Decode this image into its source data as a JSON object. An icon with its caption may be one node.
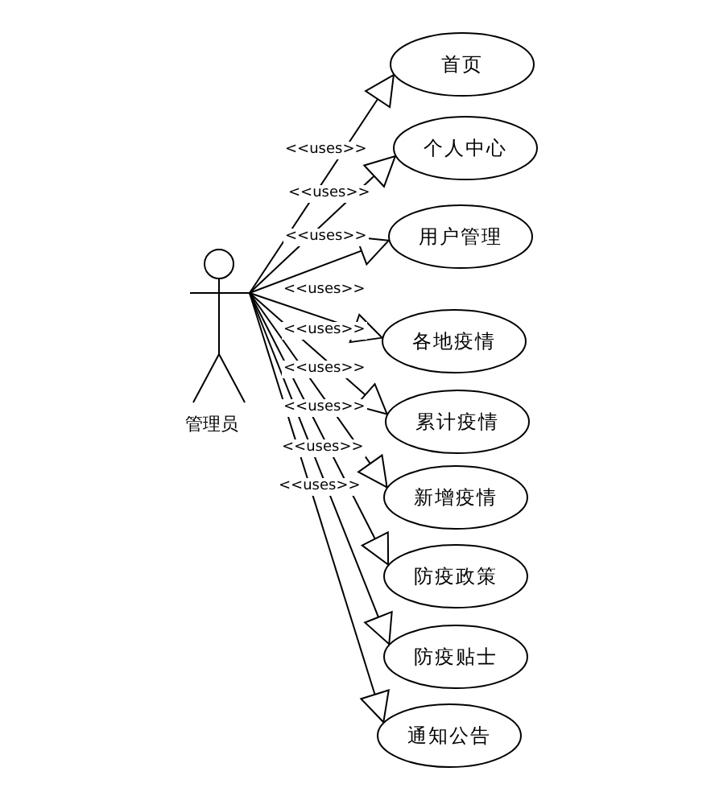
{
  "diagram": {
    "nodes": [
      {
        "text": [
          "管理员"
        ]
      },
      {
        "text": [
          "首页"
        ]
      },
      {
        "text": [
          "个人中心"
        ]
      },
      {
        "text": [
          "用户管理"
        ]
      },
      {
        "text": [
          "各地疫情"
        ]
      },
      {
        "text": [
          "累计疫情"
        ]
      },
      {
        "text": [
          "新增疫情"
        ]
      },
      {
        "text": [
          "防疫政策"
        ]
      },
      {
        "text": [
          "防疫贴士"
        ]
      },
      {
        "text": [
          "通知公告"
        ]
      }
    ],
    "edges": [
      {
        "from": 0,
        "to": 1,
        "arrow": "to",
        "label": "<<uses>>"
      },
      {
        "from": 0,
        "to": 2,
        "arrow": "to",
        "label": "<<uses>>"
      },
      {
        "from": 0,
        "to": 3,
        "arrow": "to",
        "label": "<<uses>>"
      },
      {
        "from": 0,
        "to": 4,
        "arrow": "to",
        "label": "<<uses>>"
      },
      {
        "from": 0,
        "to": 5,
        "arrow": "to",
        "label": "<<uses>>"
      },
      {
        "from": 0,
        "to": 6,
        "arrow": "to",
        "label": "<<uses>>"
      },
      {
        "from": 0,
        "to": 7,
        "arrow": "to",
        "label": "<<uses>>"
      },
      {
        "from": 0,
        "to": 8,
        "arrow": "to",
        "label": "<<uses>>"
      },
      {
        "from": 0,
        "to": 9,
        "arrow": "to",
        "label": "<<uses>>"
      }
    ]
  }
}
